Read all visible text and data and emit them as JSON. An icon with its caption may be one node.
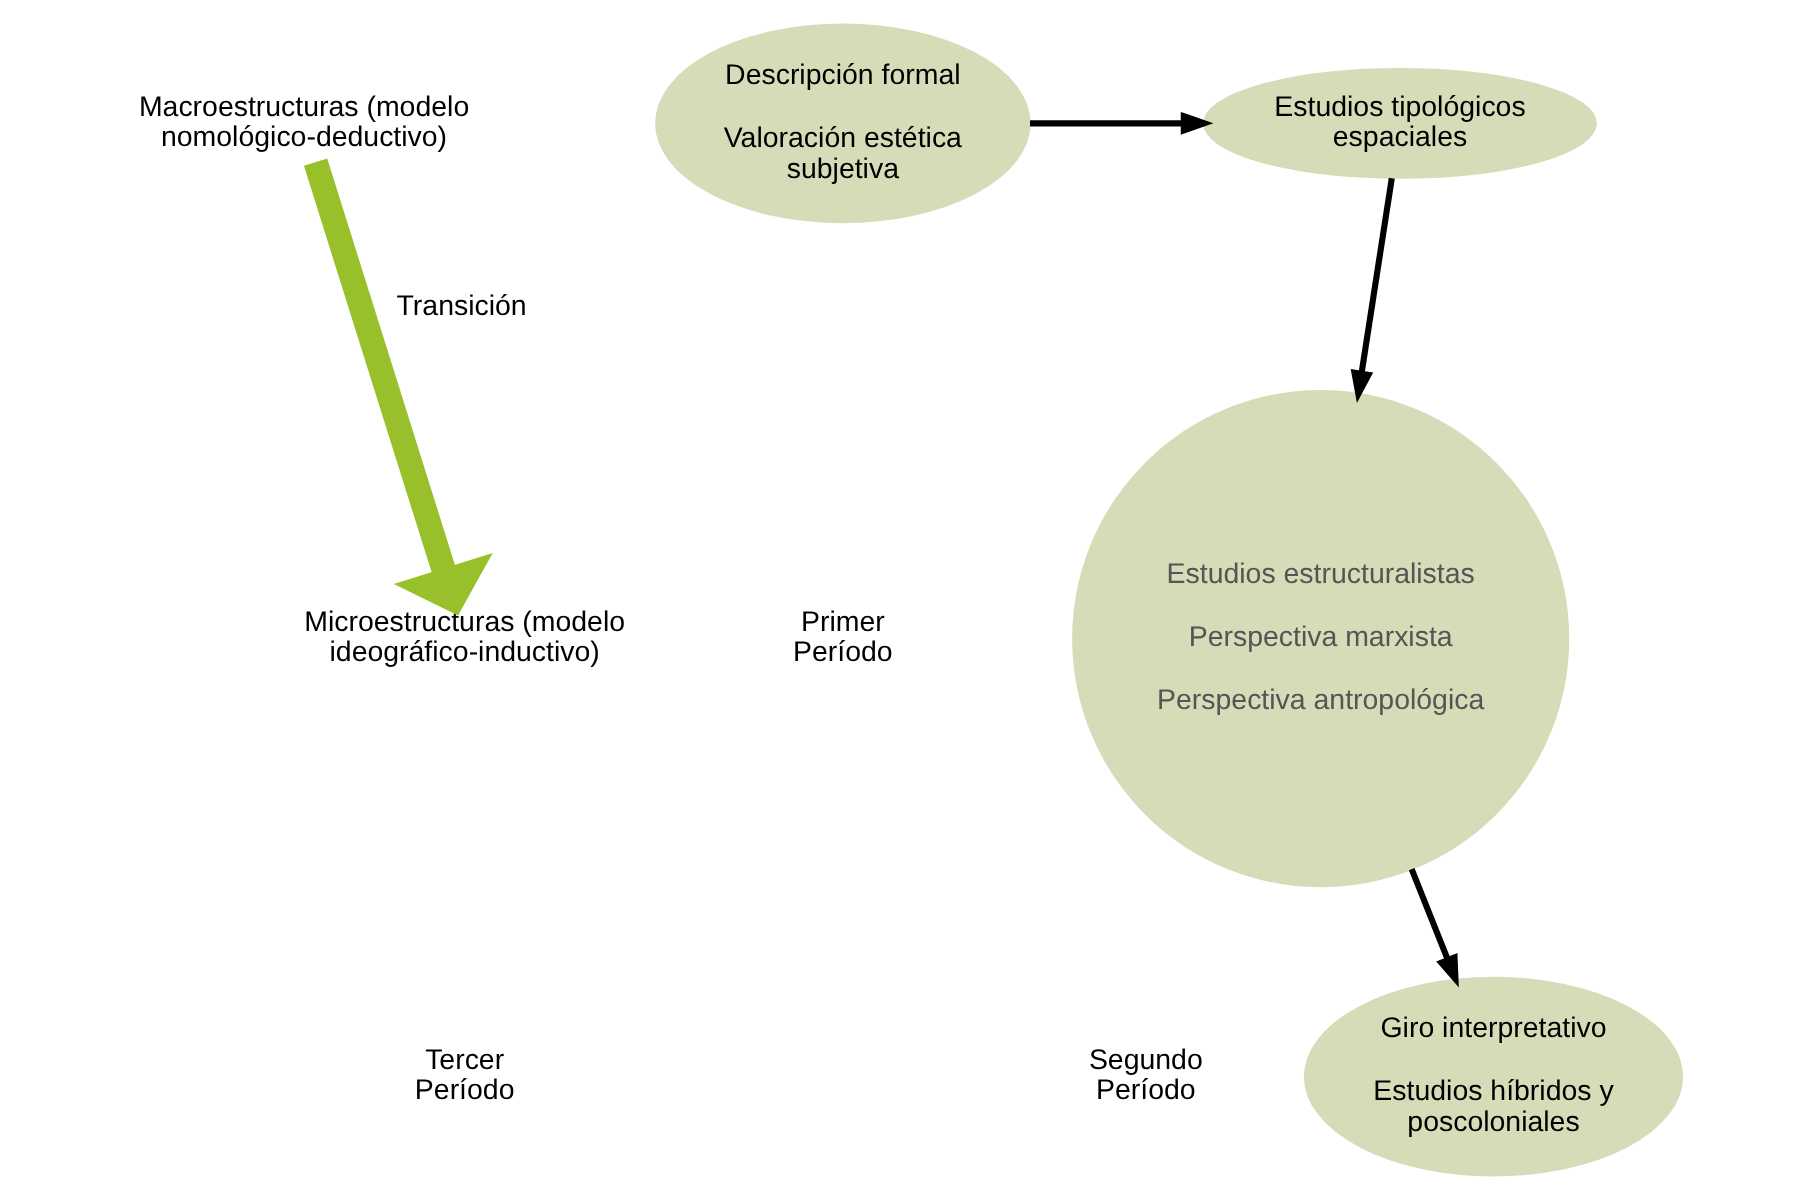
{
  "diagram": {
    "nodes": [
      {
        "text": [
          "Descripción formal",
          "Valoración estética subjetiva"
        ]
      },
      {
        "text": [
          "Estudios tipológicos espaciales"
        ]
      },
      {
        "text": [
          "Estudios estructuralistas",
          "Perspectiva marxista",
          "Perspectiva antropológica"
        ]
      },
      {
        "text": [
          "Giro interpretativo",
          "Estudios híbridos y poscoloniales"
        ]
      },
      {
        "text": [
          "Macroestructuras (modelo nomológico-deductivo)"
        ]
      },
      {
        "text": [
          "Microestructuras (modelo ideográfico-inductivo)"
        ]
      }
    ],
    "edges": [
      {
        "from": 0,
        "to": 1,
        "arrow": "to"
      },
      {
        "from": 1,
        "to": 2,
        "arrow": "to"
      },
      {
        "from": 2,
        "to": 3,
        "arrow": "to"
      },
      {
        "from": 4,
        "to": 5,
        "arrow": "to",
        "label": "Transición",
        "style": "thick",
        "color": "#98c02a"
      }
    ],
    "labels": [
      "Primer Período",
      "Segundo Período",
      "Tercer Período"
    ]
  }
}
